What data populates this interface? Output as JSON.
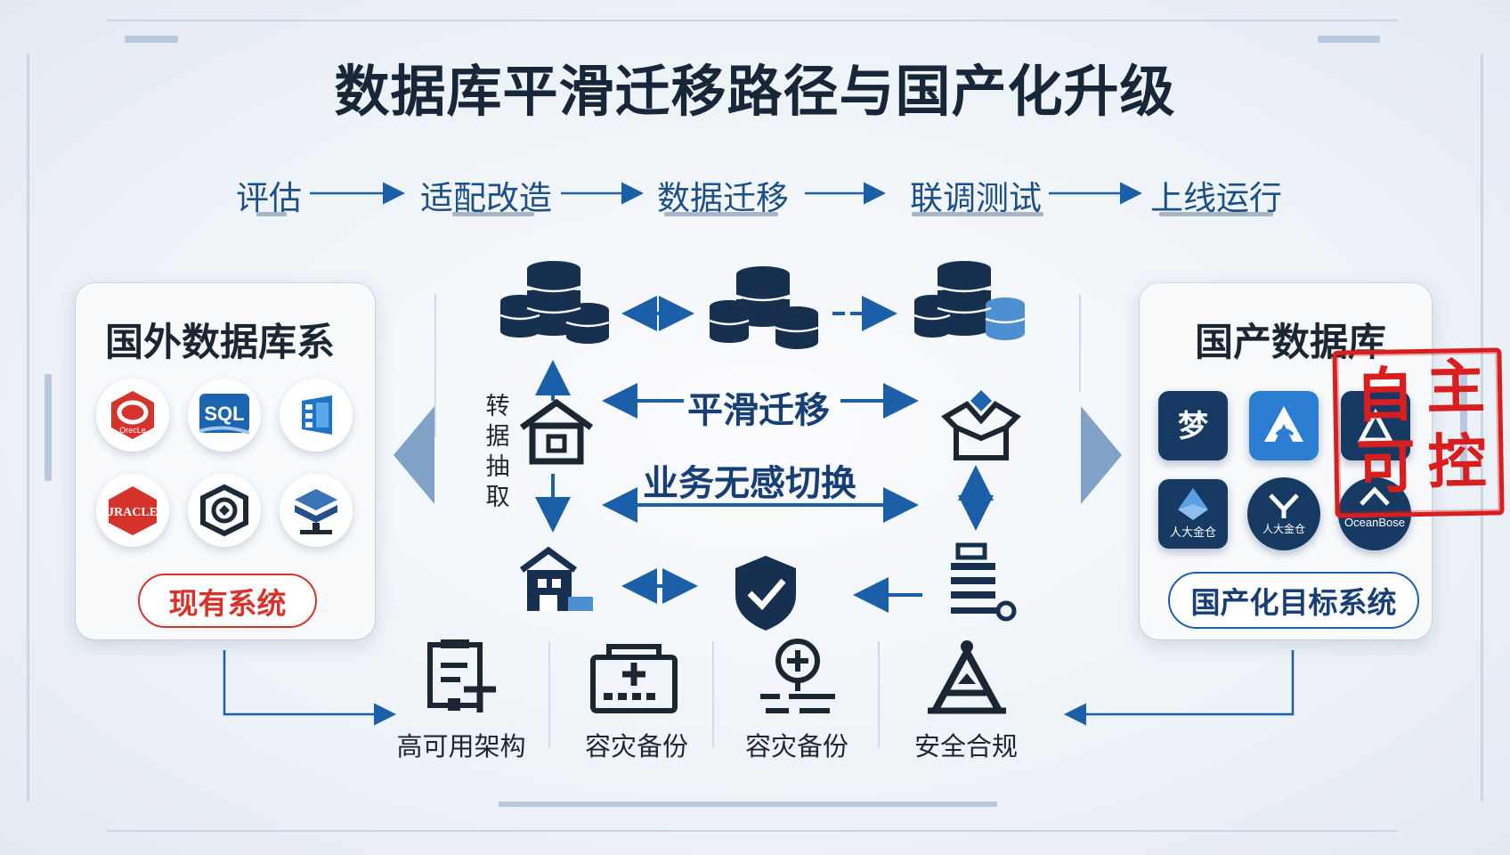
{
  "title": "数据库平滑迁移路径与国产化升级",
  "steps": [
    "评估",
    "适配改造",
    "数据迁移",
    "联调测试",
    "上线运行"
  ],
  "left_panel": {
    "title": "国外数据库系",
    "logos": [
      {
        "icon": "oracle-logo",
        "text": "OrecLe"
      },
      {
        "icon": "sql-server-logo",
        "text": "SQL"
      },
      {
        "icon": "windows-db-logo",
        "text": ""
      },
      {
        "icon": "oracle-red-logo",
        "text": "JRACLE"
      },
      {
        "icon": "shield-db-logo",
        "text": ""
      },
      {
        "icon": "layered-db-logo",
        "text": ""
      }
    ],
    "pill_label": "现有系统"
  },
  "right_panel": {
    "title": "国产数据库",
    "logos": [
      {
        "icon": "dameng-logo",
        "text": "梦"
      },
      {
        "icon": "kingbase-logo",
        "text": ""
      },
      {
        "icon": "navy-db-logo",
        "text": ""
      },
      {
        "icon": "renda-jincang-logo",
        "text": "人大金仓"
      },
      {
        "icon": "renda-jincang-round-logo",
        "text": "人大金仓"
      },
      {
        "icon": "oceanbase-logo",
        "text": "OceanBose"
      }
    ],
    "pill_label": "国产化目标系统",
    "stamp": [
      "自",
      "主",
      "可",
      "控"
    ]
  },
  "center": {
    "smooth_label": "平滑迁移",
    "switch_label": "业务无感切换",
    "extract_label": [
      "转",
      "据",
      "抽",
      "取"
    ]
  },
  "features": [
    "高可用架构",
    "容灾备份",
    "容灾备份",
    "安全合规"
  ],
  "colors": {
    "accent": "#1b5fa8",
    "navy": "#173a63",
    "red": "#d5332b",
    "stamp": "#d81e1e"
  }
}
